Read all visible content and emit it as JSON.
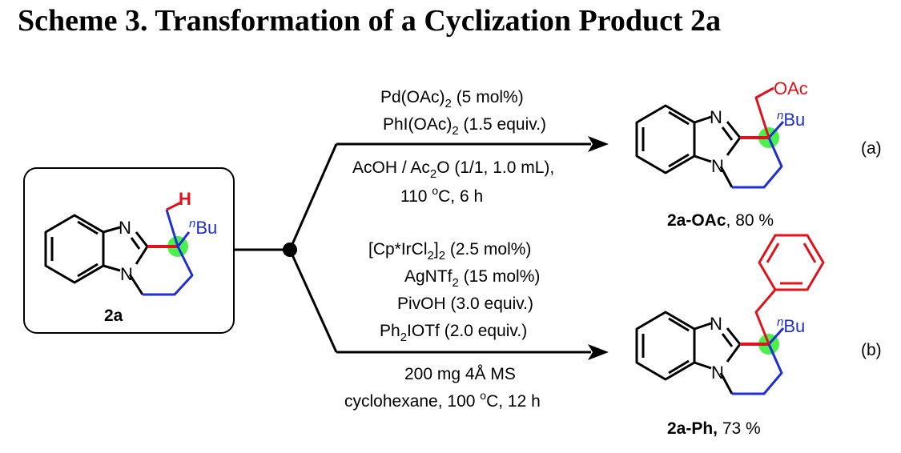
{
  "title": "Scheme 3. Transformation of a Cyclization Product 2a",
  "starting_material": {
    "label": "2a",
    "atom_H": "H",
    "atom_N": "N",
    "substituent": "Bu",
    "substituent_prefix": "n"
  },
  "reaction_a": {
    "tag": "(a)",
    "line1": {
      "a": "Pd(OAc)",
      "sub": "2",
      "b": " (5 mol%)"
    },
    "line2": {
      "a": "PhI(OAc)",
      "sub": "2",
      "b": " (1.5 equiv.)"
    },
    "line3": {
      "a": "AcOH / Ac",
      "sub": "2",
      "b": "O (1/1, 1.0 mL),"
    },
    "line4": {
      "a": "110 ",
      "sup": "o",
      "b": "C, 6 h"
    },
    "product": {
      "label": "2a-OAc",
      "yield": ", 80 %",
      "group": "OAc",
      "substituent": "Bu",
      "substituent_prefix": "n"
    }
  },
  "reaction_b": {
    "tag": "(b)",
    "line1": {
      "a": "[Cp*IrCl",
      "sub1": "2",
      "b": "]",
      "sub2": "2",
      "c": " (2.5 mol%)"
    },
    "line2": {
      "a": "AgNTf",
      "sub": "2",
      "b": " (15 mol%)"
    },
    "line3": "PivOH (3.0 equiv.)",
    "line4": {
      "a": "Ph",
      "sub": "2",
      "b": "IOTf (2.0 equiv.)"
    },
    "line5": "200 mg 4Å MS",
    "line6": {
      "a": "cyclohexane, 100 ",
      "sup": "o",
      "b": "C, 12 h"
    },
    "product": {
      "label": "2a-Ph,",
      "yield": " 73 %",
      "substituent": "Bu",
      "substituent_prefix": "n"
    }
  },
  "colors": {
    "highlight": "#4cf04c",
    "bond_red": "#e0121b",
    "bond_blue": "#1f2fd0"
  }
}
